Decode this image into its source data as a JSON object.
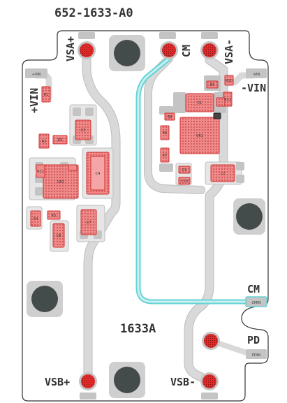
{
  "board": {
    "part_number": "652-1633-A0",
    "silk_id": "1633A"
  },
  "pins": {
    "vsa_plus": "VSA+",
    "cm_top": "CM",
    "vsa_minus": "VSA-",
    "vin_plus": "+VIN",
    "vin_minus": "-VIN",
    "cm_side": "CM",
    "pd": "PD",
    "vsb_plus": "VSB+",
    "vsb_minus": "VSB-"
  },
  "pads": {
    "vin_plus": "+VIN",
    "vin_minus": "-VIN",
    "cm": "CMIN",
    "pd": "PDIN"
  },
  "parts": {
    "c1": "C1",
    "c2": "C2",
    "c3": "C3",
    "c4": "C4",
    "c5": "C5",
    "c6": "C6",
    "c7": "C7",
    "c8": "C8",
    "c9": "C9",
    "c10": "C10",
    "c11": "C11",
    "c12": "C12",
    "u1": "VR1",
    "u2": "VR2",
    "r1": "R1",
    "r2": "R2",
    "r3": "R3",
    "r4": "R4",
    "r5": "R5",
    "r6": "R6",
    "r7": "R7",
    "r8": "R8",
    "r9": "R9",
    "r10": "R10",
    "r11": "R11",
    "r12": "R12"
  },
  "colors": {
    "outline": "#333333",
    "trace": "#d9d9d9",
    "trace_edge": "#bdbdbd",
    "highlight": "#66d3d6",
    "part_fill": "#ef8a8a",
    "part_edge": "#d03030",
    "pad": "#c4c4c4",
    "via": "#e02020"
  }
}
